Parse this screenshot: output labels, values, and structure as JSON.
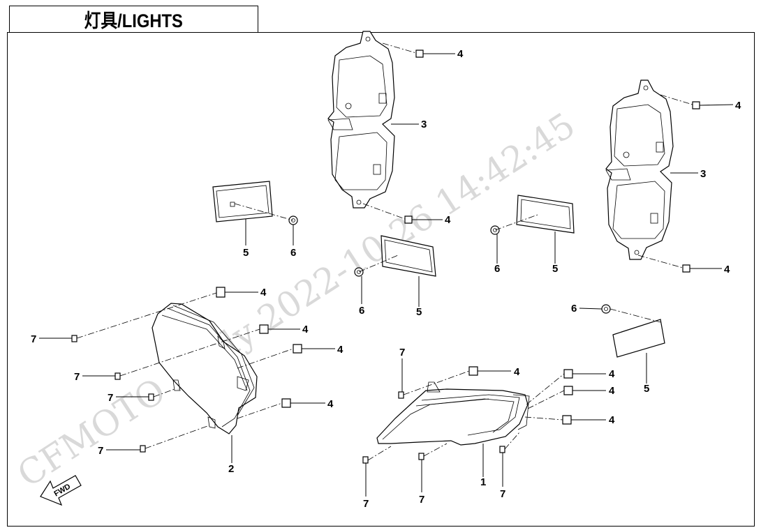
{
  "title": "灯具/LIGHTS",
  "watermark": "CFMOTO kiddy 2022-10-26 14:42:45",
  "fwd_label": "FWD",
  "callouts": {
    "c1": "1",
    "c2": "2",
    "c3a": "3",
    "c3b": "3",
    "c4a": "4",
    "c4b": "4",
    "c4c": "4",
    "c4d": "4",
    "c4e": "4",
    "c4f": "4",
    "c4g": "4",
    "c4h": "4",
    "c4i": "4",
    "c4j": "4",
    "c4k": "4",
    "c5a": "5",
    "c5b": "5",
    "c5c": "5",
    "c5d": "5",
    "c6a": "6",
    "c6b": "6",
    "c6c": "6",
    "c6d": "6",
    "c7a": "7",
    "c7b": "7",
    "c7c": "7",
    "c7d": "7",
    "c7e": "7",
    "c7f": "7",
    "c7g": "7"
  }
}
